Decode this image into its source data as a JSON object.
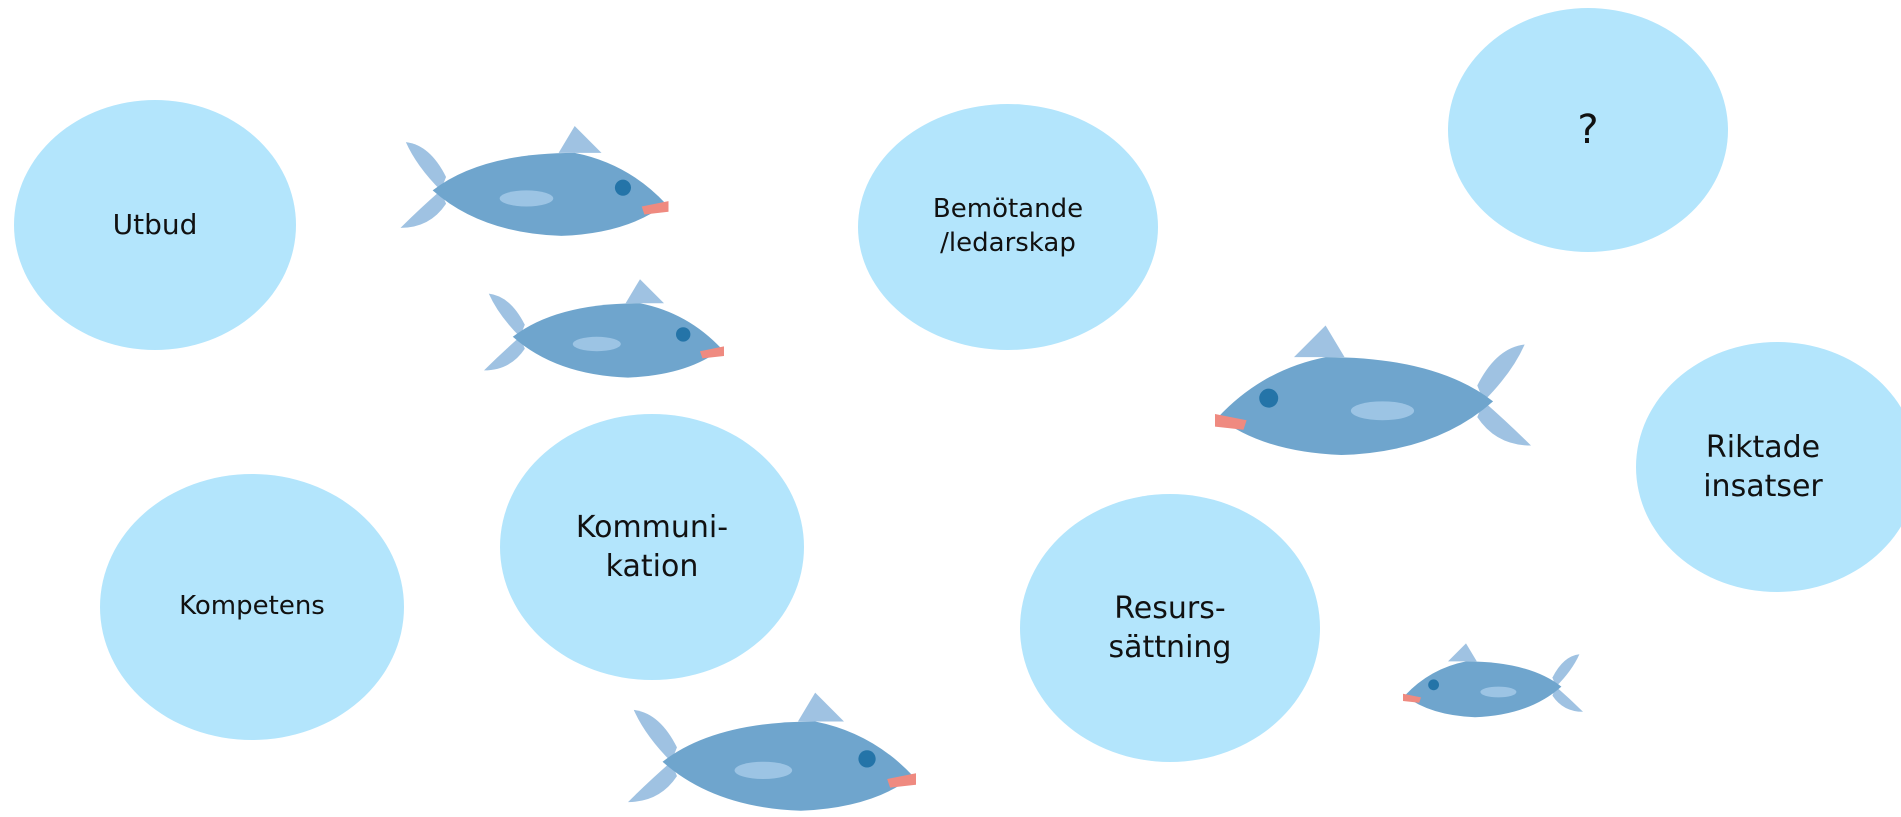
{
  "colors": {
    "bubble": "#b3e5fc",
    "fish_body": "#6fa5cd",
    "fish_fin": "#9fc2e2",
    "fish_belly": "#9cc4e4",
    "fish_eye": "#2474a8",
    "fish_mouth": "#ef8a80",
    "text": "#111111"
  },
  "bubbles": [
    {
      "id": "utbud",
      "text": "Utbud"
    },
    {
      "id": "bemotande",
      "text": "Bemötande\n/ledarskap"
    },
    {
      "id": "question",
      "text": "?"
    },
    {
      "id": "kompetens",
      "text": "Kompetens"
    },
    {
      "id": "kommunikation",
      "text": "Kommuni-\nkation"
    },
    {
      "id": "resurs",
      "text": "Resurs-\nsättning"
    },
    {
      "id": "riktade",
      "text": "Riktade\ninsatser"
    }
  ],
  "fish": [
    {
      "id": "fish-1",
      "icon": "fish-icon",
      "facing": "right"
    },
    {
      "id": "fish-2",
      "icon": "fish-icon",
      "facing": "right"
    },
    {
      "id": "fish-3",
      "icon": "fish-icon",
      "facing": "left"
    },
    {
      "id": "fish-4",
      "icon": "fish-icon",
      "facing": "left"
    },
    {
      "id": "fish-5",
      "icon": "fish-icon",
      "facing": "right"
    }
  ]
}
